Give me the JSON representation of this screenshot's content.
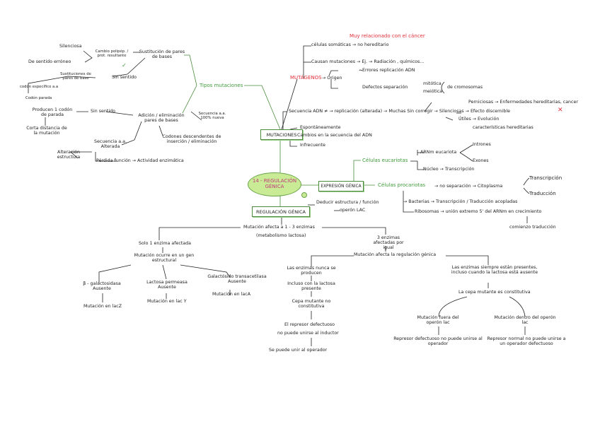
{
  "center": "14 - REGULACIÓN GÉNICA",
  "mutaciones": {
    "label": "MUTACIONES",
    "espontaneamente": "Espontáneamente",
    "cambios": "Cambios en la secuencia del ADN",
    "frecuente": "Infrecuente"
  },
  "mutagenos": {
    "label": "MUTÁGENOS",
    "relacionado": "Muy relacionado con el cáncer",
    "somaticas": "células somáticas → no hereditario",
    "causan": "Causan mutaciones → Ej. → Radiación , químicos...",
    "origen": "→ Origen",
    "errores": "Errores replicación ADN",
    "defectos": "Defectos separación",
    "mitotica": "mitótica",
    "meiotica": "meiótica",
    "cromosomas": "de cromosomas"
  },
  "secuencia_adn": {
    "text": "Secuencia ADN ≠ → replicación (alterada) → Muchas Sin corregir → Silenciosas → Efecto discernible",
    "perniciosas": "Perniciosas → Enfermedades hereditarias, cancer",
    "utiles": "Útiles → Evolución",
    "caracteristicas": "características hereditarias"
  },
  "tipos": {
    "label": "Tipos mutaciones",
    "sustitucion": "Sustitución de pares de bases",
    "cambio_polipep": "Cambio polipép. / prot. resultante",
    "silenciosa": "Silenciosa",
    "sentido_erroneo": "De sentido erróneo",
    "sustituciones": "Sustituciones de pares de base",
    "sin_sentido_1": "Sin sentido",
    "codon_especifico": "codón específico a.a",
    "codon_parada": "Codón parada",
    "adicion": "Adición / eliminación pares de bases",
    "sin_sentido_2": "Sin sentido",
    "producen_codon": "Producen 1 codón de parada",
    "corta": "Corta distancia de la mutación",
    "secuencia_100": "Secuencia a.a. 100% nueva",
    "codones_desc": "Codones descendentes de inserción / eliminación",
    "secuencia_alterada": "Secuencia a.a. Alterada",
    "alteracion": "Alteración estructura",
    "perdida": "Pérdida función → Actividad enzimática"
  },
  "expresion": {
    "label": "EXPRESIÓN GÉNICA",
    "eucariotas": "Células eucariotas",
    "arnm_eucariota": "ARNm eucariota",
    "intrones": "Intrones",
    "exones": "Exones",
    "nucleo": "Núcleo → Transcripción",
    "procariotas": "Células procariotas",
    "no_separacion": "→ no separación → Citoplasma",
    "transcripcion": "Transcripción",
    "traduccion": "Traducción",
    "bacterias": "→ Bacterias → Transcripción / Traducción acopladas",
    "ribosomas": "Ribosomas → unión extremo 5' del ARNm en crecimiento",
    "comienzo": "comienzo traducción"
  },
  "regulacion": {
    "label": "REGULACIÓN GÉNICA",
    "deducir": "Deducir estructura / función",
    "operon": "operón LAC",
    "afecta": "Mutación afecta a 1 - 3 enzimas",
    "metabolismo": "(metabolismo lactosa)",
    "solo1": "Solo 1 enzima afectada",
    "gen_estructural": "Mutación ocurre en un gen estructural",
    "galactosidasa": "β - galactosidasa Ausente",
    "lactosa_permeasa": "Lactosa permeasa Ausente",
    "transacetilasa": "Galactósido transacetilasa Ausente",
    "lacz": "Mutación en lacZ",
    "lacy": "Mutación en lac Y",
    "laca": "Mutación en lacA",
    "tres": "3 enzimas afectadas por igual",
    "afecta_regulacion": "Mutación afecta la regulación génica",
    "nunca": "Las enzimas nunca se producen",
    "incluso": "Incluso con la lactosa presente",
    "cepa_no": "Cepa mutante no constitutiva",
    "represor_def": "El represor defectuoso",
    "no_inductor": "no puede unirse al inductor",
    "se_une": "Se puede unir al operador",
    "siempre": "Las enzimas siempre están presentes, incluso cuando la lactosa está ausente",
    "constitutiva": "La cepa mutante es constitutiva",
    "fuera": "Mutación fuera del operón lac",
    "represor_fuera": "Represor defectuoso no puede unirse al operador",
    "dentro": "Mutación dentro del operón lac",
    "represor_dentro": "Represor normal no puede unirse a un operador defectuoso"
  }
}
